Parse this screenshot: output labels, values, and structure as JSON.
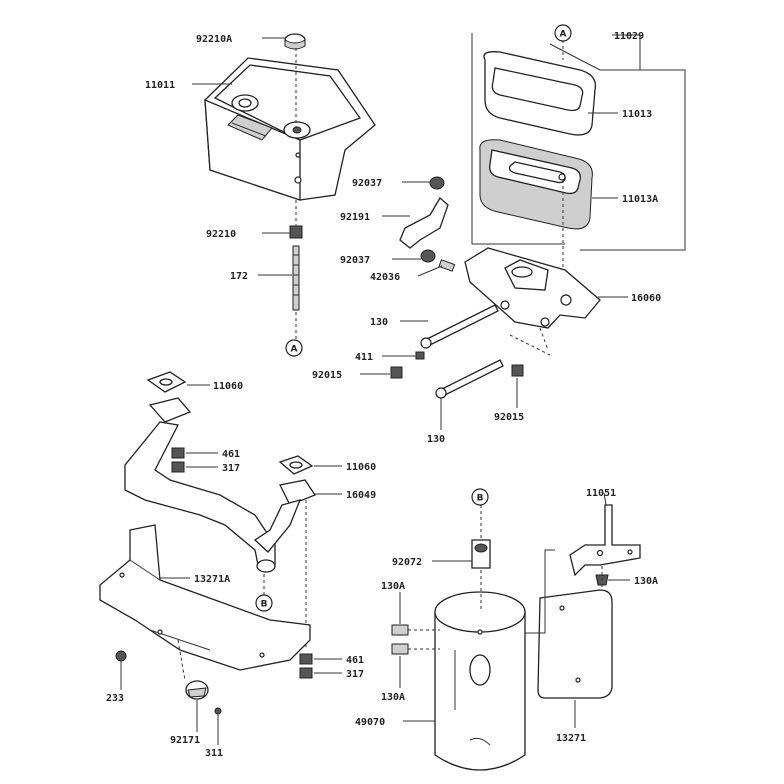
{
  "parts": {
    "p92210A": "92210A",
    "p11011": "11011",
    "p92210": "92210",
    "p172": "172",
    "p11029": "11029",
    "p11013": "11013",
    "p11013A": "11013A",
    "p16060": "16060",
    "p92037a": "92037",
    "p92191": "92191",
    "p92037b": "92037",
    "p42036": "42036",
    "p130a": "130",
    "p411": "411",
    "p92015a": "92015",
    "p130b": "130",
    "p92015b": "92015",
    "p11060a": "11060",
    "p461a": "461",
    "p317a": "317",
    "p11060b": "11060",
    "p16049": "16049",
    "p13271A": "13271A",
    "p233": "233",
    "p92171": "92171",
    "p311": "311",
    "p461b": "461",
    "p317b": "317",
    "p11051": "11051",
    "p92072": "92072",
    "p130Aa": "130A",
    "p130Ab": "130A",
    "p130Ac": "130A",
    "p49070": "49070",
    "p13271": "13271"
  },
  "refs": {
    "A_top": "A",
    "A_bottom": "A",
    "B_top": "B",
    "B_bottom": "B"
  }
}
